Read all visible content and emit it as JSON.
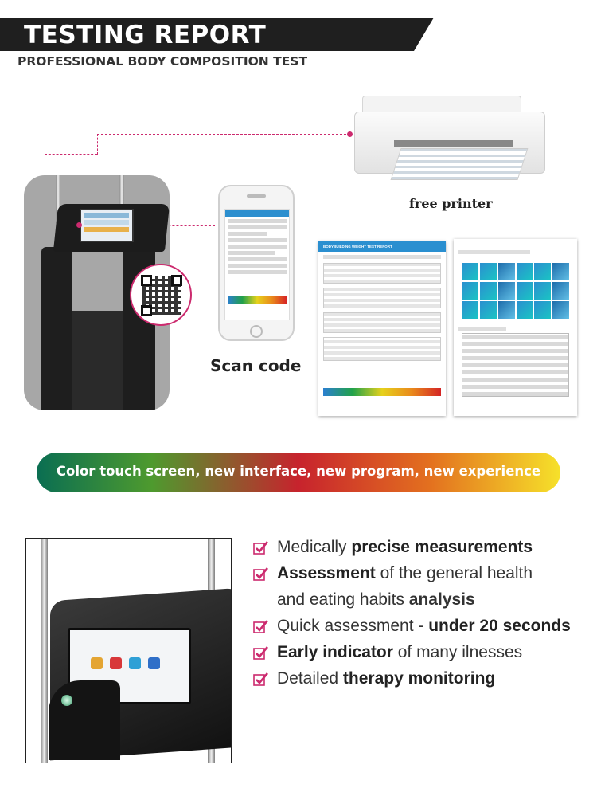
{
  "header": {
    "title": "TESTING REPORT",
    "subtitle": "PROFESSIONAL BODY COMPOSITION TEST"
  },
  "labels": {
    "scan_code": "Scan code",
    "free_printer": "free printer"
  },
  "report": {
    "sheet_title": "BODYBUILDING WEIGHT TEST REPORT"
  },
  "banner": {
    "text": "Color touch screen, new interface, new program, new experience"
  },
  "features": [
    {
      "pre": "Medically ",
      "bold": "precise measurements",
      "post": ""
    },
    {
      "pre": "",
      "bold": "Assessment",
      "post": " of the general health"
    },
    {
      "pre": "and eating habits ",
      "bold": "analysis",
      "post": ""
    },
    {
      "pre": "Quick assessment - ",
      "bold": "under 20 seconds",
      "post": ""
    },
    {
      "pre": "",
      "bold": "Early indicator",
      "post": " of many ilnesses"
    },
    {
      "pre": "Detailed ",
      "bold": "therapy monitoring",
      "post": ""
    }
  ],
  "colors": {
    "accent": "#cc2a6e",
    "header_band": "#1f1f1f",
    "report_blue": "#2a8fd0"
  },
  "icons": [
    "check-icon",
    "qr-code-icon",
    "phone-icon",
    "printer-icon"
  ]
}
